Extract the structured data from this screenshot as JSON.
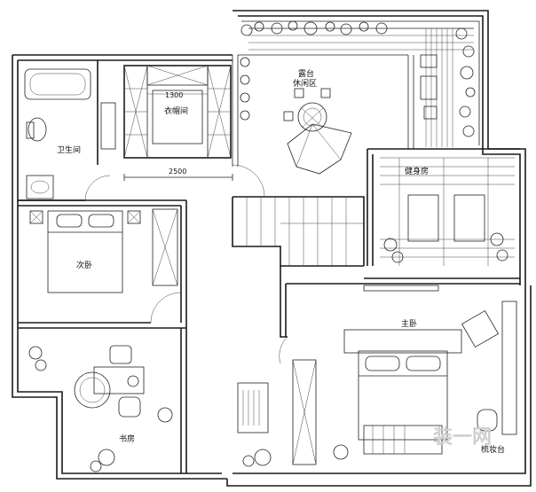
{
  "plan": {
    "rooms": {
      "bathroom": "卫生间",
      "closet": "衣帽间",
      "terrace_line1": "露台",
      "terrace_line2": "休闲区",
      "gym": "健身房",
      "second_bedroom": "次卧",
      "master_bedroom": "主卧",
      "study": "书房",
      "vanity": "梳妆台"
    },
    "dimensions": {
      "closet_width": "1300",
      "corridor_length": "2500"
    },
    "watermark": "装一网"
  }
}
